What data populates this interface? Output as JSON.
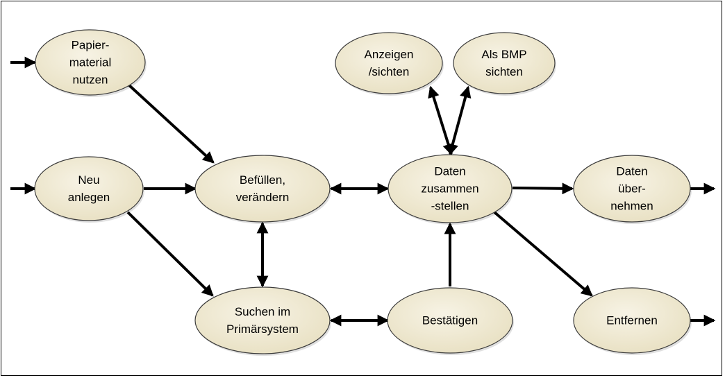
{
  "colors": {
    "node_fill_light": "#f7f3e5",
    "node_fill_dark": "#e8e0c2",
    "node_stroke": "#3b3b3b",
    "arrow": "#000000",
    "frame": "#000000"
  },
  "nodes": {
    "papiermaterial": {
      "lines": [
        "Papier-",
        "material",
        "nutzen"
      ]
    },
    "neu": {
      "lines": [
        "Neu",
        "anlegen"
      ]
    },
    "befuellen": {
      "lines": [
        "Befüllen,",
        "verändern"
      ]
    },
    "suchen": {
      "lines": [
        "Suchen im",
        "Primärsystem"
      ]
    },
    "anzeigen": {
      "lines": [
        "Anzeigen",
        "/sichten"
      ]
    },
    "bmp": {
      "lines": [
        "Als BMP",
        "sichten"
      ]
    },
    "zusammen": {
      "lines": [
        "Daten",
        "zusammen",
        "-stellen"
      ]
    },
    "bestaetigen": {
      "lines": [
        "Bestätigen"
      ]
    },
    "uebernehmen": {
      "lines": [
        "Daten",
        "über-",
        "nehmen"
      ]
    },
    "entfernen": {
      "lines": [
        "Entfernen"
      ]
    }
  }
}
